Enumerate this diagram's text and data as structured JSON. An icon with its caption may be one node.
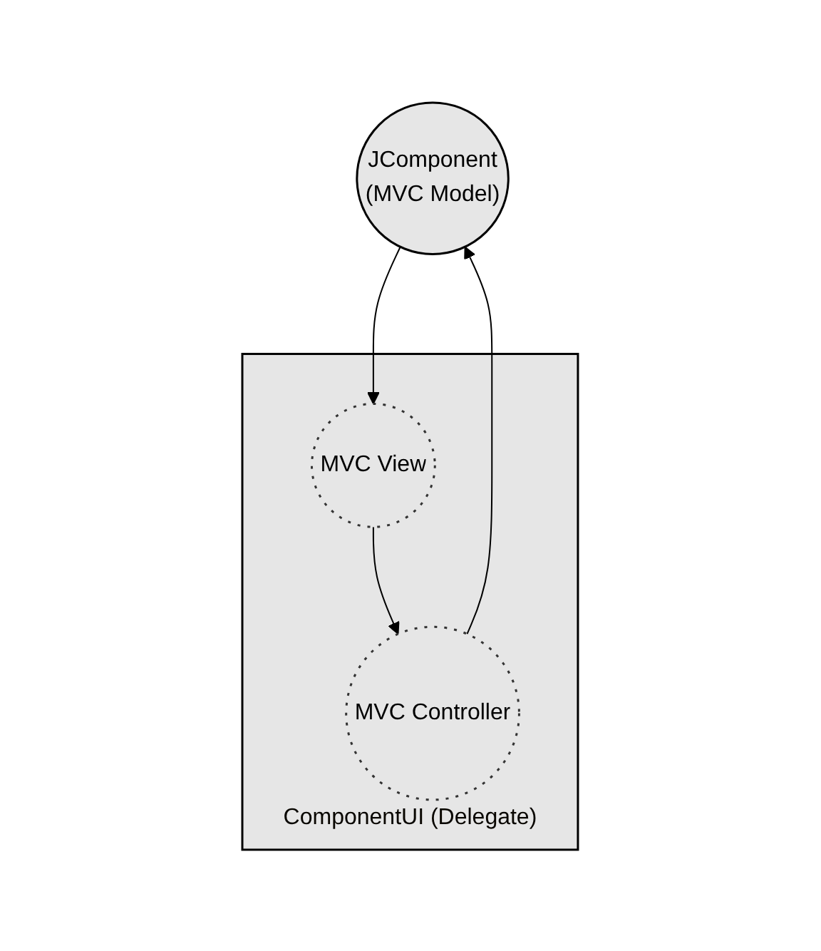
{
  "diagram": {
    "nodes": [
      {
        "text": [
          "JComponent",
          "(MVC Model)"
        ]
      },
      {
        "text": [
          "ComponentUI (Delegate)"
        ]
      },
      {
        "text": [
          "MVC View"
        ],
        "in": 1
      },
      {
        "text": [
          "MVC Controller"
        ],
        "in": 1
      }
    ],
    "edges": [
      {
        "from": 0,
        "to": 2,
        "arrow": "to"
      },
      {
        "from": 2,
        "to": 3,
        "arrow": "to"
      },
      {
        "from": 3,
        "to": 0,
        "arrow": "to"
      }
    ]
  }
}
